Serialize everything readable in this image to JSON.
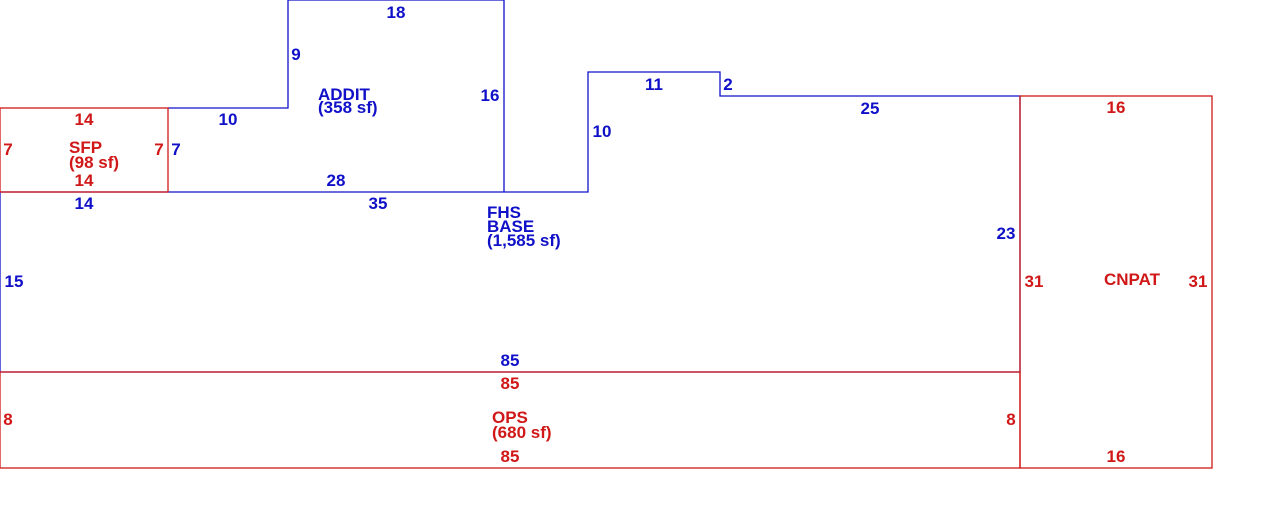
{
  "colors": {
    "living": "#1010c8",
    "other": "#d01818",
    "background": "#ffffff"
  },
  "areas": {
    "addit": {
      "name": "ADDIT",
      "area": "(358 sf)"
    },
    "sfp": {
      "name": "SFP",
      "area": "(98 sf)"
    },
    "base": {
      "name1": "FHS",
      "name2": "BASE",
      "area": "(1,585 sf)"
    },
    "ops": {
      "name": "OPS",
      "area": "(680 sf)"
    },
    "cnpat": {
      "name": "CNPAT"
    }
  },
  "dimensions": {
    "addit_top": "18",
    "addit_left": "9",
    "addit_right": "16",
    "addit_step": "10",
    "addit_bottom": "28",
    "sfp_top": "14",
    "sfp_bottom": "14",
    "sfp_left": "7",
    "sfp_right": "7",
    "sfp_right_outer": "7",
    "base_top_left": "14",
    "base_top_mid": "35",
    "base_left": "15",
    "base_bottom": "85",
    "base_right": "23",
    "base_rise": "10",
    "base_top_step": "11",
    "base_step_drop": "2",
    "base_top_right": "25",
    "ops_top": "85",
    "ops_bottom": "85",
    "ops_left": "8",
    "ops_right": "8",
    "cnpat_top": "16",
    "cnpat_bottom": "16",
    "cnpat_left": "31",
    "cnpat_right": "31"
  }
}
